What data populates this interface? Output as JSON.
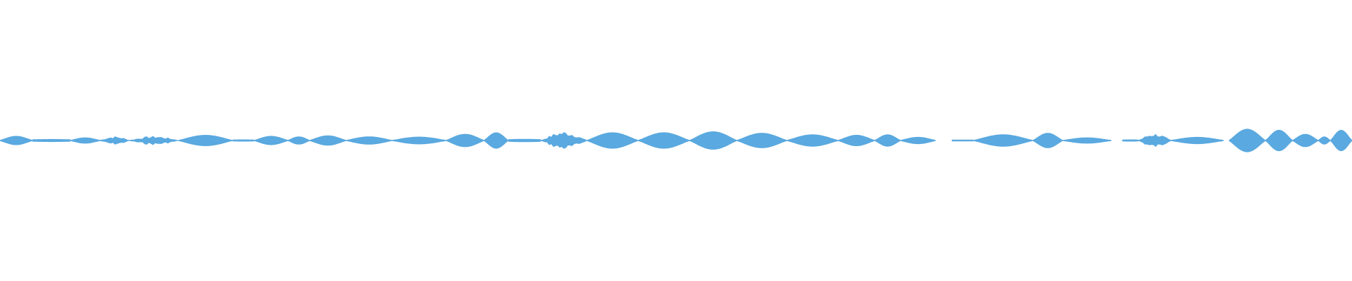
{
  "waveform": {
    "color": "#5aa9e0",
    "segments": [
      {
        "start": 0.0,
        "end": 0.024,
        "amp": 0.16,
        "shape": "smooth"
      },
      {
        "start": 0.024,
        "end": 0.052,
        "amp": 0.07,
        "shape": "flat"
      },
      {
        "start": 0.052,
        "end": 0.074,
        "amp": 0.1,
        "shape": "smooth"
      },
      {
        "start": 0.074,
        "end": 0.096,
        "amp": 0.13,
        "shape": "noisy"
      },
      {
        "start": 0.096,
        "end": 0.132,
        "amp": 0.14,
        "shape": "noisy"
      },
      {
        "start": 0.132,
        "end": 0.172,
        "amp": 0.2,
        "shape": "smooth"
      },
      {
        "start": 0.172,
        "end": 0.188,
        "amp": 0.04,
        "shape": "flat"
      },
      {
        "start": 0.188,
        "end": 0.213,
        "amp": 0.16,
        "shape": "smooth"
      },
      {
        "start": 0.213,
        "end": 0.229,
        "amp": 0.14,
        "shape": "smooth"
      },
      {
        "start": 0.229,
        "end": 0.256,
        "amp": 0.18,
        "shape": "smooth"
      },
      {
        "start": 0.256,
        "end": 0.29,
        "amp": 0.14,
        "shape": "smooth"
      },
      {
        "start": 0.29,
        "end": 0.33,
        "amp": 0.13,
        "shape": "smooth"
      },
      {
        "start": 0.33,
        "end": 0.358,
        "amp": 0.24,
        "shape": "smooth"
      },
      {
        "start": 0.358,
        "end": 0.376,
        "amp": 0.3,
        "shape": "smooth"
      },
      {
        "start": 0.376,
        "end": 0.4,
        "amp": 0.08,
        "shape": "flat"
      },
      {
        "start": 0.4,
        "end": 0.434,
        "amp": 0.3,
        "shape": "noisy"
      },
      {
        "start": 0.434,
        "end": 0.472,
        "amp": 0.3,
        "shape": "smooth"
      },
      {
        "start": 0.472,
        "end": 0.51,
        "amp": 0.3,
        "shape": "smooth"
      },
      {
        "start": 0.51,
        "end": 0.545,
        "amp": 0.34,
        "shape": "smooth"
      },
      {
        "start": 0.545,
        "end": 0.582,
        "amp": 0.28,
        "shape": "smooth"
      },
      {
        "start": 0.582,
        "end": 0.62,
        "amp": 0.22,
        "shape": "smooth"
      },
      {
        "start": 0.62,
        "end": 0.647,
        "amp": 0.2,
        "shape": "smooth"
      },
      {
        "start": 0.647,
        "end": 0.666,
        "amp": 0.22,
        "shape": "smooth"
      },
      {
        "start": 0.666,
        "end": 0.692,
        "amp": 0.12,
        "shape": "smooth"
      },
      {
        "start": 0.704,
        "end": 0.72,
        "amp": 0.03,
        "shape": "flat"
      },
      {
        "start": 0.72,
        "end": 0.764,
        "amp": 0.22,
        "shape": "smooth"
      },
      {
        "start": 0.764,
        "end": 0.786,
        "amp": 0.28,
        "shape": "smooth"
      },
      {
        "start": 0.786,
        "end": 0.822,
        "amp": 0.1,
        "shape": "smooth"
      },
      {
        "start": 0.83,
        "end": 0.842,
        "amp": 0.04,
        "shape": "flat"
      },
      {
        "start": 0.842,
        "end": 0.866,
        "amp": 0.24,
        "shape": "noisy"
      },
      {
        "start": 0.866,
        "end": 0.905,
        "amp": 0.12,
        "shape": "smooth"
      },
      {
        "start": 0.909,
        "end": 0.936,
        "amp": 0.44,
        "shape": "smooth"
      },
      {
        "start": 0.936,
        "end": 0.956,
        "amp": 0.4,
        "shape": "smooth"
      },
      {
        "start": 0.956,
        "end": 0.975,
        "amp": 0.24,
        "shape": "smooth"
      },
      {
        "start": 0.975,
        "end": 0.984,
        "amp": 0.14,
        "shape": "smooth"
      },
      {
        "start": 0.984,
        "end": 1.0,
        "amp": 0.4,
        "shape": "smooth"
      }
    ]
  }
}
